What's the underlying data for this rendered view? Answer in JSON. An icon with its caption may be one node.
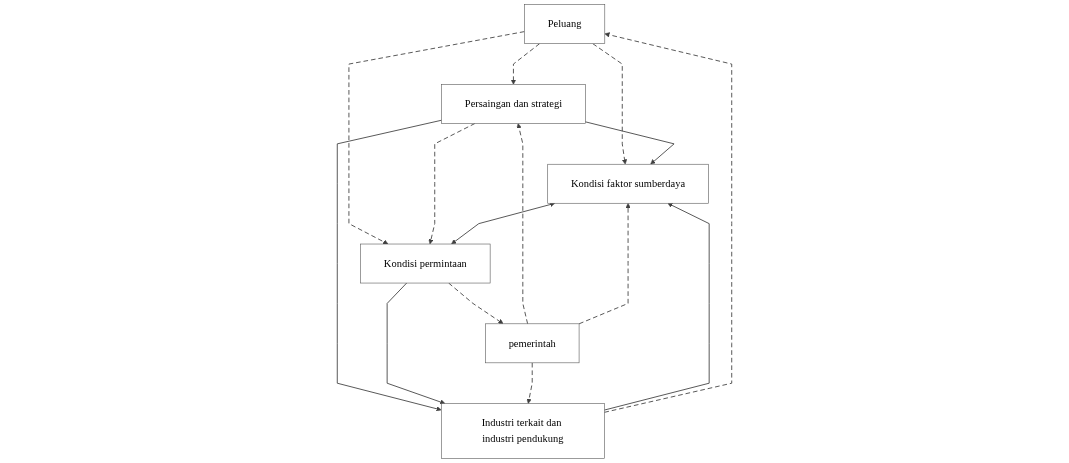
{
  "diagram": {
    "nodes": [
      {
        "text": [
          "Peluang"
        ]
      },
      {
        "text": [
          "Persaingan dan strategi"
        ]
      },
      {
        "text": [
          "Kondisi faktor sumberdaya"
        ]
      },
      {
        "text": [
          "Kondisi permintaan"
        ]
      },
      {
        "text": [
          "Industri terkait dan industri pendukung"
        ]
      },
      {
        "text": [
          "pemerintah"
        ]
      }
    ],
    "edges": [
      {
        "from": 0,
        "to": 1,
        "arrow": "to",
        "style": "dashed"
      },
      {
        "from": 0,
        "to": 2,
        "arrow": "to",
        "style": "dashed"
      },
      {
        "from": 0,
        "to": 3,
        "arrow": "to",
        "style": "dashed"
      },
      {
        "from": 1,
        "to": 2,
        "arrow": "to"
      },
      {
        "from": 1,
        "to": 3,
        "arrow": "to",
        "style": "dashed"
      },
      {
        "from": 1,
        "to": 4,
        "arrow": "to"
      },
      {
        "from": 2,
        "to": 3,
        "arrow": "both"
      },
      {
        "from": 4,
        "to": 2,
        "arrow": "to"
      },
      {
        "from": 3,
        "to": 4,
        "arrow": "to"
      },
      {
        "from": 3,
        "to": 5,
        "arrow": "to",
        "style": "dashed"
      },
      {
        "from": 4,
        "to": 0,
        "arrow": "to",
        "style": "dashed"
      },
      {
        "from": 5,
        "to": 1,
        "arrow": "to",
        "style": "dashed"
      },
      {
        "from": 5,
        "to": 2,
        "arrow": "to",
        "style": "dashed"
      },
      {
        "from": 5,
        "to": 4,
        "arrow": "to",
        "style": "dashed"
      }
    ]
  }
}
